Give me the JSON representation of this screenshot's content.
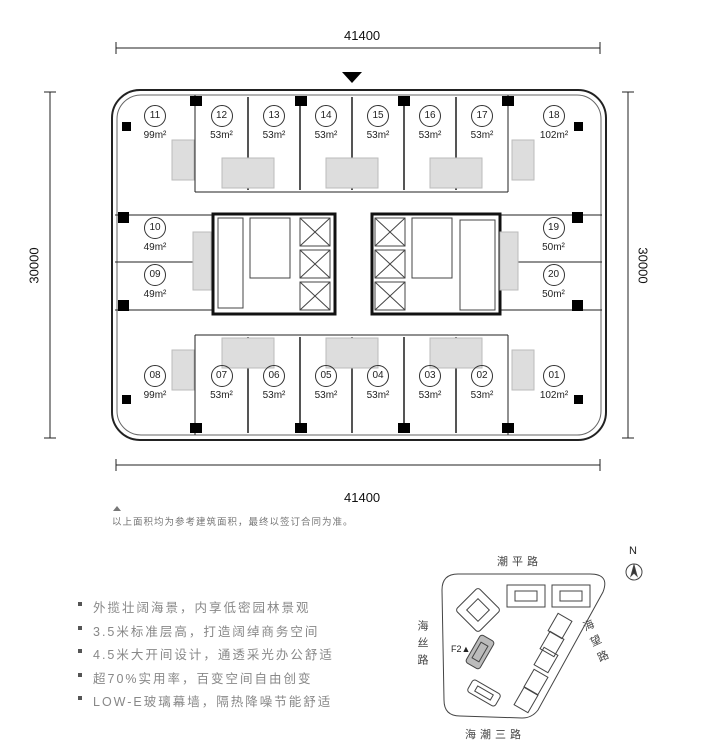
{
  "dimensions": {
    "top": "41400",
    "bottom": "41400",
    "left": "30000",
    "right": "30000"
  },
  "units": [
    {
      "no": "11",
      "area": "99"
    },
    {
      "no": "12",
      "area": "53"
    },
    {
      "no": "13",
      "area": "53"
    },
    {
      "no": "14",
      "area": "53"
    },
    {
      "no": "15",
      "area": "53"
    },
    {
      "no": "16",
      "area": "53"
    },
    {
      "no": "17",
      "area": "53"
    },
    {
      "no": "18",
      "area": "102"
    },
    {
      "no": "10",
      "area": "49"
    },
    {
      "no": "09",
      "area": "49"
    },
    {
      "no": "19",
      "area": "50"
    },
    {
      "no": "20",
      "area": "50"
    },
    {
      "no": "08",
      "area": "99"
    },
    {
      "no": "07",
      "area": "53"
    },
    {
      "no": "06",
      "area": "53"
    },
    {
      "no": "05",
      "area": "53"
    },
    {
      "no": "04",
      "area": "53"
    },
    {
      "no": "03",
      "area": "53"
    },
    {
      "no": "02",
      "area": "53"
    },
    {
      "no": "01",
      "area": "102"
    }
  ],
  "area_unit": "m²",
  "note": "以上面积均为参考建筑面积，最终以签订合同为准。",
  "features": [
    "外揽壮阔海景，内享低密园林景观",
    "3.5米标准层高，打造阔绰商务空间",
    "4.5米大开间设计，通透采光办公舒适",
    "超70%实用率，百变空间自由创变",
    "LOW-E玻璃幕墙，隔热降噪节能舒适"
  ],
  "site_map": {
    "north": "N",
    "road_north": "潮平路",
    "road_west": "海丝路",
    "road_east": "海望路",
    "road_south": "海潮三路",
    "building_label": "F2"
  }
}
